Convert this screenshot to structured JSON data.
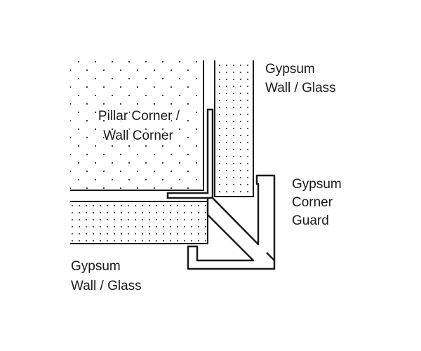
{
  "labels": {
    "pillar_line1": "Pillar Corner /",
    "pillar_line2": "Wall Corner",
    "wall_top_line1": "Gypsum",
    "wall_top_line2": "Wall / Glass",
    "guard_line1": "Gypsum",
    "guard_line2": "Corner",
    "guard_line3": "Guard",
    "wall_bottom_line1": "Gypsum",
    "wall_bottom_line2": "Wall / Glass"
  },
  "colors": {
    "stroke": "#1a1a1a",
    "dots": "#2a2a2a",
    "background": "#ffffff"
  }
}
